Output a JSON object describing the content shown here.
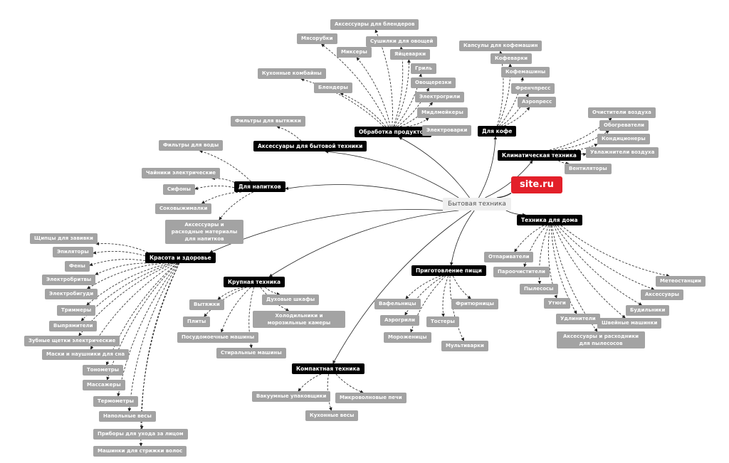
{
  "root_label": "Бытовая техника",
  "brand_label": "site.ru",
  "colors": {
    "leaf": "#a3a3a3",
    "category": "#000000",
    "root": "#efefef",
    "brand": "#e3202a",
    "line": "#222222"
  },
  "categories": [
    {
      "id": "processing",
      "label": "Обработка продуктов",
      "items": [
        {
          "id": "p1",
          "label": "Аксессуары для блендеров"
        },
        {
          "id": "p2",
          "label": "Мясорубки"
        },
        {
          "id": "p3",
          "label": "Сушилки для овощей"
        },
        {
          "id": "p4",
          "label": "Миксеры"
        },
        {
          "id": "p5",
          "label": "Яйцеварки"
        },
        {
          "id": "p6",
          "label": "Кухонные комбайны"
        },
        {
          "id": "p7",
          "label": "Гриль"
        },
        {
          "id": "p8",
          "label": "Блендеры"
        },
        {
          "id": "p9",
          "label": "Овощерезки"
        },
        {
          "id": "p10",
          "label": "Электрогрили"
        },
        {
          "id": "p11",
          "label": "Мидлмейкеры"
        },
        {
          "id": "p12",
          "label": "Электроварки"
        }
      ]
    },
    {
      "id": "coffee",
      "label": "Для кофе",
      "items": [
        {
          "id": "c1",
          "label": "Капсулы для кофемашин"
        },
        {
          "id": "c2",
          "label": "Кофеварки"
        },
        {
          "id": "c3",
          "label": "Кофемашины"
        },
        {
          "id": "c4",
          "label": "Френчпресс"
        },
        {
          "id": "c5",
          "label": "Аэропресс"
        }
      ]
    },
    {
      "id": "climate",
      "label": "Климатическая техника",
      "items": [
        {
          "id": "k1",
          "label": "Очистители воздуха"
        },
        {
          "id": "k2",
          "label": "Обогреватели"
        },
        {
          "id": "k3",
          "label": "Кондиционеры"
        },
        {
          "id": "k4",
          "label": "Увлажнители воздуха"
        },
        {
          "id": "k5",
          "label": "Вентиляторы"
        }
      ]
    },
    {
      "id": "accessories",
      "label": "Аксессуары для бытовой техники",
      "items": [
        {
          "id": "a1",
          "label": "Фильтры для вытяжки"
        }
      ]
    },
    {
      "id": "drinks",
      "label": "Для напитков",
      "items": [
        {
          "id": "d1",
          "label": "Фильтры для воды"
        },
        {
          "id": "d2",
          "label": "Чайники электрические"
        },
        {
          "id": "d3",
          "label": "Сифоны"
        },
        {
          "id": "d4",
          "label": "Соковыжималки"
        },
        {
          "id": "d5",
          "label": "Аксессуары и расходные материалы для напитков"
        }
      ]
    },
    {
      "id": "home",
      "label": "Техника для дома",
      "items": [
        {
          "id": "h1",
          "label": "Метеостанции"
        },
        {
          "id": "h2",
          "label": "Отпариватели"
        },
        {
          "id": "h3",
          "label": "Аксессуары"
        },
        {
          "id": "h4",
          "label": "Пароочистители"
        },
        {
          "id": "h5",
          "label": "Будильники"
        },
        {
          "id": "h6",
          "label": "Пылесосы"
        },
        {
          "id": "h7",
          "label": "Утюги"
        },
        {
          "id": "h8",
          "label": "Швейные машинки"
        },
        {
          "id": "h9",
          "label": "Удлинители"
        },
        {
          "id": "h10",
          "label": "Аксессуары и расходники для пылесосов"
        }
      ]
    },
    {
      "id": "beauty",
      "label": "Красота и здоровье",
      "items": [
        {
          "id": "b1",
          "label": "Щипцы для завивки"
        },
        {
          "id": "b2",
          "label": "Эпиляторы"
        },
        {
          "id": "b3",
          "label": "Фены"
        },
        {
          "id": "b4",
          "label": "Электробритвы"
        },
        {
          "id": "b5",
          "label": "Электробигуди"
        },
        {
          "id": "b6",
          "label": "Триммеры"
        },
        {
          "id": "b7",
          "label": "Выпрямители"
        },
        {
          "id": "b8",
          "label": "Зубные щетки электрические"
        },
        {
          "id": "b9",
          "label": "Маски и наушники для сна"
        },
        {
          "id": "b10",
          "label": "Тонометры"
        },
        {
          "id": "b11",
          "label": "Массажеры"
        },
        {
          "id": "b12",
          "label": "Термометры"
        },
        {
          "id": "b13",
          "label": "Напольные весы"
        },
        {
          "id": "b14",
          "label": "Приборы для ухода за лицом"
        },
        {
          "id": "b15",
          "label": "Машинки для стрижки волос"
        }
      ]
    },
    {
      "id": "large",
      "label": "Крупная техника",
      "items": [
        {
          "id": "l1",
          "label": "Вытяжки"
        },
        {
          "id": "l2",
          "label": "Духовые шкафы"
        },
        {
          "id": "l3",
          "label": "Плиты"
        },
        {
          "id": "l4",
          "label": "Холодильники и морозильные камеры"
        },
        {
          "id": "l5",
          "label": "Посудомоечные машины"
        },
        {
          "id": "l6",
          "label": "Стиральные машины"
        }
      ]
    },
    {
      "id": "cooking",
      "label": "Приготовление пищи",
      "items": [
        {
          "id": "g1",
          "label": "Вафельницы"
        },
        {
          "id": "g2",
          "label": "Фритюрницы"
        },
        {
          "id": "g3",
          "label": "Аэрогрили"
        },
        {
          "id": "g4",
          "label": "Тостеры"
        },
        {
          "id": "g5",
          "label": "Мороженицы"
        },
        {
          "id": "g6",
          "label": "Мультиварки"
        }
      ]
    },
    {
      "id": "compact",
      "label": "Компактная техника",
      "items": [
        {
          "id": "m1",
          "label": "Вакуумные упаковщики"
        },
        {
          "id": "m2",
          "label": "Микроволновые печи"
        },
        {
          "id": "m3",
          "label": "Кухонные весы"
        }
      ]
    }
  ]
}
